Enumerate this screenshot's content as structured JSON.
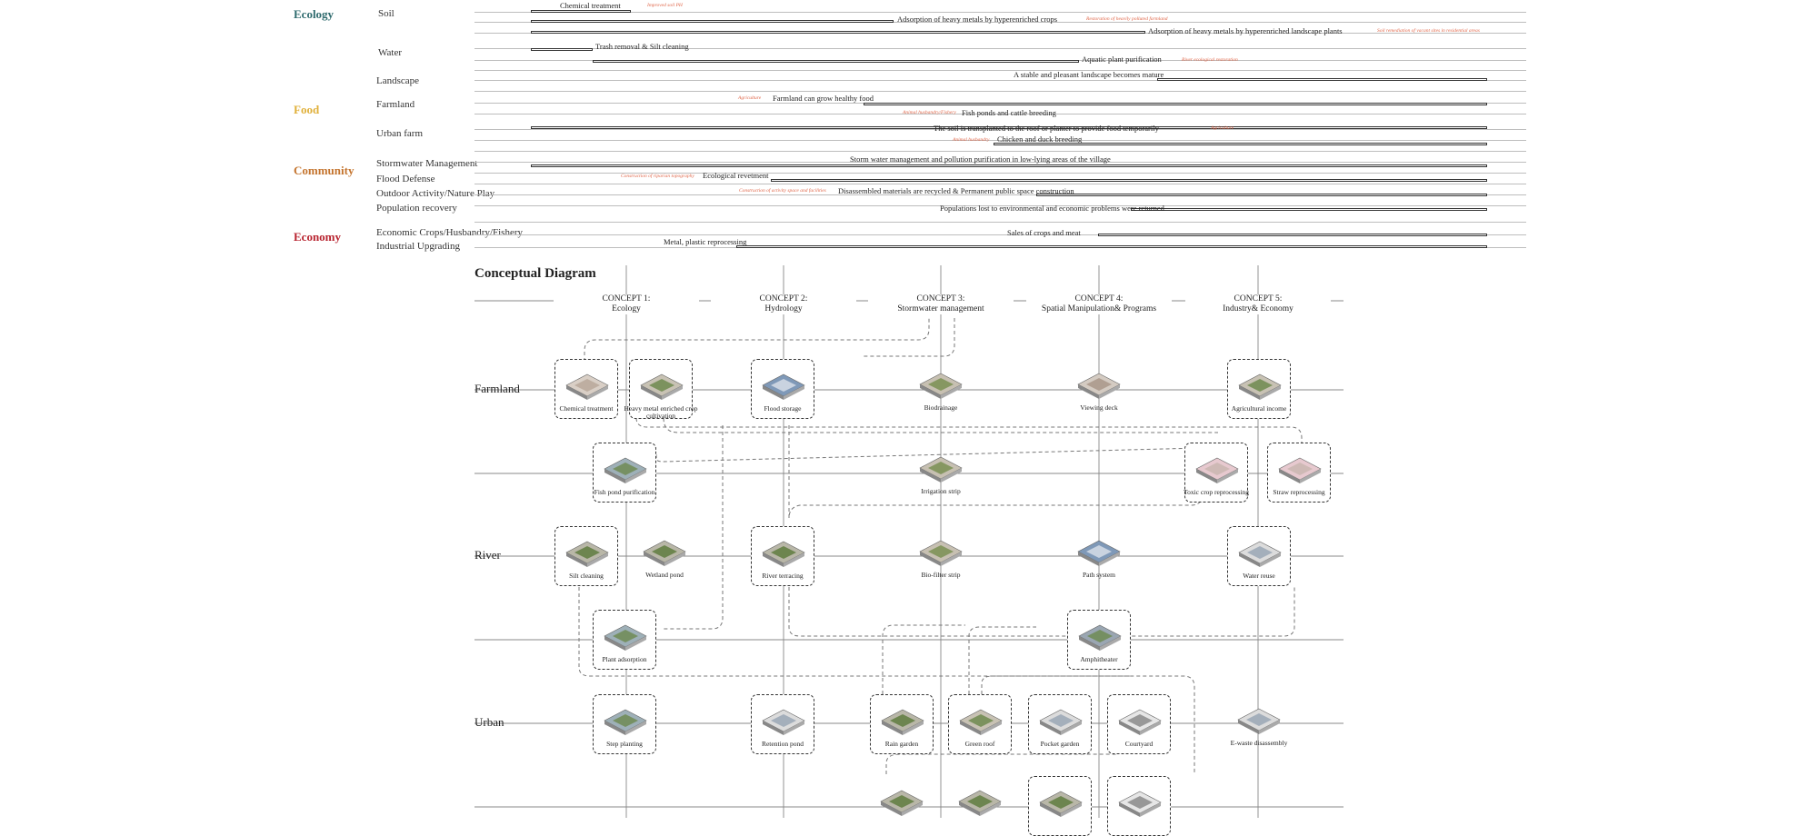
{
  "colors": {
    "ecology": "#2f6b6e",
    "food": "#e0b03a",
    "community": "#c4742e",
    "economy": "#b8232f",
    "note": "#e0674a"
  },
  "timeline": {
    "categories": [
      {
        "id": "ecology",
        "label": "Ecology"
      },
      {
        "id": "food",
        "label": "Food"
      },
      {
        "id": "community",
        "label": "Community"
      },
      {
        "id": "economy",
        "label": "Economy"
      }
    ],
    "subcategories": [
      "Soil",
      "Water",
      "Landscape",
      "Farmland",
      "Urban farm",
      "Stormwater Management",
      "Flood Defense",
      "Outdoor Activity/Nature Play",
      "Population recovery",
      "Economic Crops/Husbandry/Fishery",
      "Industrial Upgrading"
    ],
    "tasks": [
      {
        "label": "Chemical treatment",
        "note": "Improved soil PH"
      },
      {
        "label": "Adsorption of heavy metals by hyperenriched crops",
        "note": "Restoration of heavily polluted farmland"
      },
      {
        "label": "Adsorption of heavy metals by hyperenriched landscape plants",
        "note": "Soil remediation of vacant sites in residential areas"
      },
      {
        "label": "Trash removal & Silt cleaning",
        "note": ""
      },
      {
        "label": "Aquatic plant purification",
        "note": "River ecological restoration"
      },
      {
        "label": "A stable and pleasant landscape becomes mature",
        "note": ""
      },
      {
        "label": "Farmland can grow healthy food",
        "note": "Agriculture"
      },
      {
        "label": "Fish ponds and cattle breeding",
        "note": "Animal husbandry/Fishery"
      },
      {
        "label": "The soil is transplanted to the roof or planter to provide food temporarily",
        "note": "Agriculture"
      },
      {
        "label": "Chicken and duck breeding",
        "note": "Animal husbandry"
      },
      {
        "label": "Storm water management and pollution purification in low-lying areas of the village",
        "note": ""
      },
      {
        "label": "Ecological revetment",
        "note": "Construction of riparian topography"
      },
      {
        "label": "Disassembled materials are recycled & Permanent public space construction",
        "note": "Construction of activity space and facilities"
      },
      {
        "label": "Populations lost to environmental and economic problems were returned",
        "note": ""
      },
      {
        "label": "Sales of crops and meat",
        "note": ""
      },
      {
        "label": "Metal, plastic reprocessing",
        "note": ""
      }
    ]
  },
  "diagram": {
    "title": "Conceptual Diagram",
    "concepts": [
      {
        "num": "CONCEPT 1:",
        "name": "Ecology"
      },
      {
        "num": "CONCEPT 2:",
        "name": "Hydrology"
      },
      {
        "num": "CONCEPT 3:",
        "name": "Stormwater management"
      },
      {
        "num": "CONCEPT 4:",
        "name": "Spatial Manipulation& Programs"
      },
      {
        "num": "CONCEPT 5:",
        "name": "Industry& Economy"
      }
    ],
    "rows": [
      "Farmland",
      "River",
      "Urban"
    ],
    "nodes": [
      {
        "label": "Chemical treatment",
        "dashed": true,
        "tile": "soil"
      },
      {
        "label": "Heavy metal enriched crop cultivation",
        "dashed": true,
        "tile": "crops"
      },
      {
        "label": "Flood storage",
        "dashed": true,
        "tile": "water"
      },
      {
        "label": "Biodrainage",
        "dashed": false,
        "tile": "strip"
      },
      {
        "label": "Viewing deck",
        "dashed": false,
        "tile": "deck"
      },
      {
        "label": "Agricultural income",
        "dashed": true,
        "tile": "crops"
      },
      {
        "label": "Fish pond purification",
        "dashed": true,
        "tile": "pond"
      },
      {
        "label": "Irrigation strip",
        "dashed": false,
        "tile": "strip"
      },
      {
        "label": "Toxic crop reprocessing",
        "dashed": true,
        "tile": "pink"
      },
      {
        "label": "Straw reprocessing",
        "dashed": true,
        "tile": "pink"
      },
      {
        "label": "Silt cleaning",
        "dashed": true,
        "tile": "tree"
      },
      {
        "label": "Wetland pond",
        "dashed": false,
        "tile": "tree"
      },
      {
        "label": "River terracing",
        "dashed": true,
        "tile": "tree"
      },
      {
        "label": "Bio-filter strip",
        "dashed": false,
        "tile": "strip"
      },
      {
        "label": "Path system",
        "dashed": false,
        "tile": "water"
      },
      {
        "label": "Water reuse",
        "dashed": true,
        "tile": "build"
      },
      {
        "label": "Plant adsorption",
        "dashed": true,
        "tile": "pond"
      },
      {
        "label": "Amphitheater",
        "dashed": true,
        "tile": "amphi"
      },
      {
        "label": "Step planting",
        "dashed": true,
        "tile": "pond"
      },
      {
        "label": "Retention pond",
        "dashed": true,
        "tile": "build"
      },
      {
        "label": "Rain garden",
        "dashed": true,
        "tile": "tree"
      },
      {
        "label": "Green roof",
        "dashed": true,
        "tile": "crops"
      },
      {
        "label": "Pocket garden",
        "dashed": true,
        "tile": "build"
      },
      {
        "label": "Courtyard",
        "dashed": true,
        "tile": "court"
      },
      {
        "label": "E-waste disassembly",
        "dashed": false,
        "tile": "build"
      },
      {
        "label": "",
        "dashed": false,
        "tile": "tree"
      },
      {
        "label": "",
        "dashed": false,
        "tile": "tree"
      },
      {
        "label": "",
        "dashed": true,
        "tile": "tree"
      },
      {
        "label": "",
        "dashed": true,
        "tile": "court"
      }
    ]
  }
}
